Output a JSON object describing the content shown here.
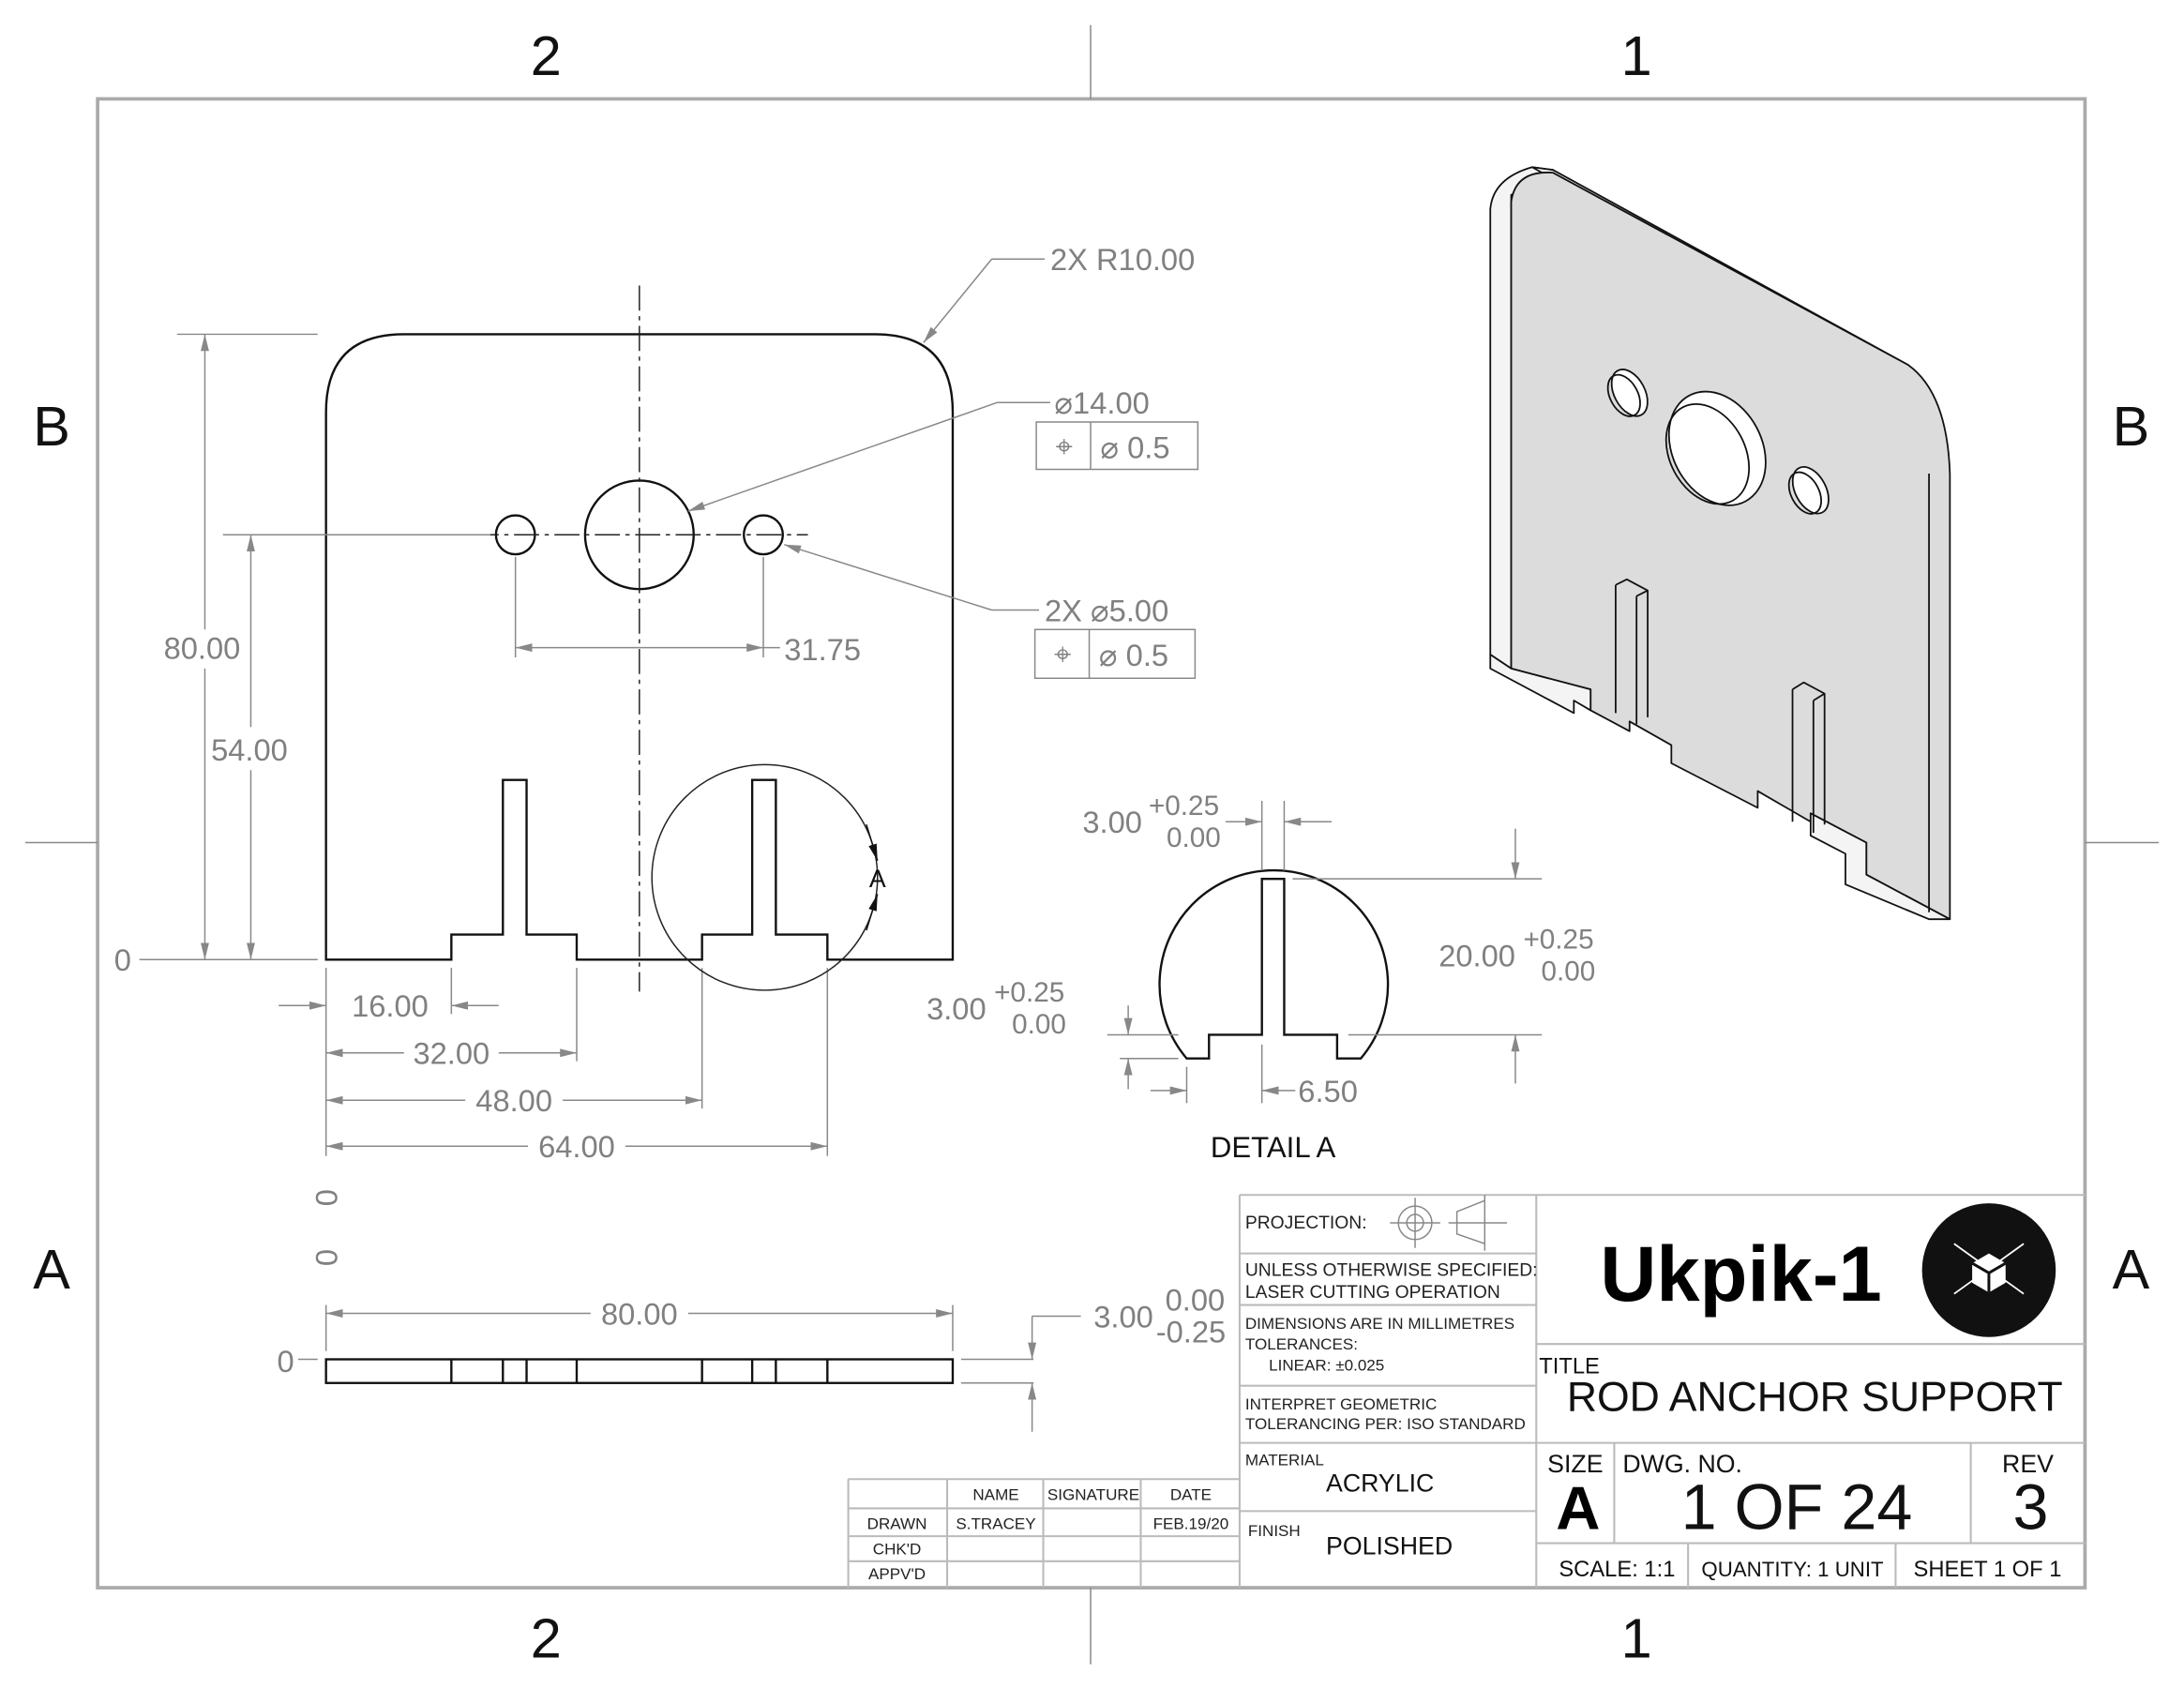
{
  "zones": {
    "top": [
      "2",
      "1"
    ],
    "bottom": [
      "2",
      "1"
    ],
    "left": [
      "B",
      "A"
    ],
    "right": [
      "B",
      "A"
    ]
  },
  "front_view": {
    "dims": {
      "radius": "2X R10.00",
      "big_hole": "⌀14.00",
      "big_hole_fcf": {
        "symbol": "⌖",
        "value": "⌀ 0.5"
      },
      "small_holes": "2X  ⌀5.00",
      "small_holes_fcf": {
        "symbol": "⌖",
        "value": "⌀ 0.5"
      },
      "hole_spacing": "31.75",
      "height": "80.00",
      "hole_height": "54.00",
      "origin": "0",
      "x1": "16.00",
      "x2": "32.00",
      "x3": "48.00",
      "x4": "64.00"
    },
    "detail_callout": "A"
  },
  "detail_a": {
    "label": "DETAIL A",
    "slot_width": {
      "nominal": "3.00",
      "upper": "+0.25",
      "lower": "0.00"
    },
    "slot_depth": {
      "nominal": "20.00",
      "upper": "+0.25",
      "lower": "0.00"
    },
    "step_height": {
      "nominal": "3.00",
      "upper": "+0.25",
      "lower": "0.00"
    },
    "step_width": "6.50"
  },
  "bottom_view": {
    "width": "80.00",
    "thickness": {
      "nominal": "3.00",
      "upper": "0.00",
      "lower": "-0.25"
    },
    "origins": [
      "0",
      "0",
      "0"
    ]
  },
  "title_block": {
    "projection_label": "PROJECTION:",
    "notes1": [
      "UNLESS OTHERWISE SPECIFIED:",
      "LASER CUTTING OPERATION"
    ],
    "notes2": [
      "DIMENSIONS ARE IN MILLIMETRES",
      "TOLERANCES:",
      "LINEAR: ±0.025"
    ],
    "notes3": [
      "INTERPRET GEOMETRIC",
      "TOLERANCING PER: ISO STANDARD"
    ],
    "material_label": "MATERIAL",
    "material": "ACRYLIC",
    "finish_label": "FINISH",
    "finish": "POLISHED",
    "company": "Ukpik-1",
    "title_label": "TITLE",
    "title": "ROD ANCHOR SUPPORT",
    "size_label": "SIZE",
    "size": "A",
    "dwg_label": "DWG.  NO.",
    "dwg_no": "1 OF 24",
    "rev_label": "REV",
    "rev": "3",
    "scale": "SCALE: 1:1",
    "quantity": "QUANTITY: 1 UNIT",
    "sheet": "SHEET 1 OF 1"
  },
  "signoff": {
    "headers": [
      "NAME",
      "SIGNATURE",
      "DATE"
    ],
    "rows": [
      {
        "role": "DRAWN",
        "name": "S.TRACEY",
        "signature": "",
        "date": "FEB.19/20"
      },
      {
        "role": "CHK'D",
        "name": "",
        "signature": "",
        "date": ""
      },
      {
        "role": "APPV'D",
        "name": "",
        "signature": "",
        "date": ""
      }
    ]
  }
}
